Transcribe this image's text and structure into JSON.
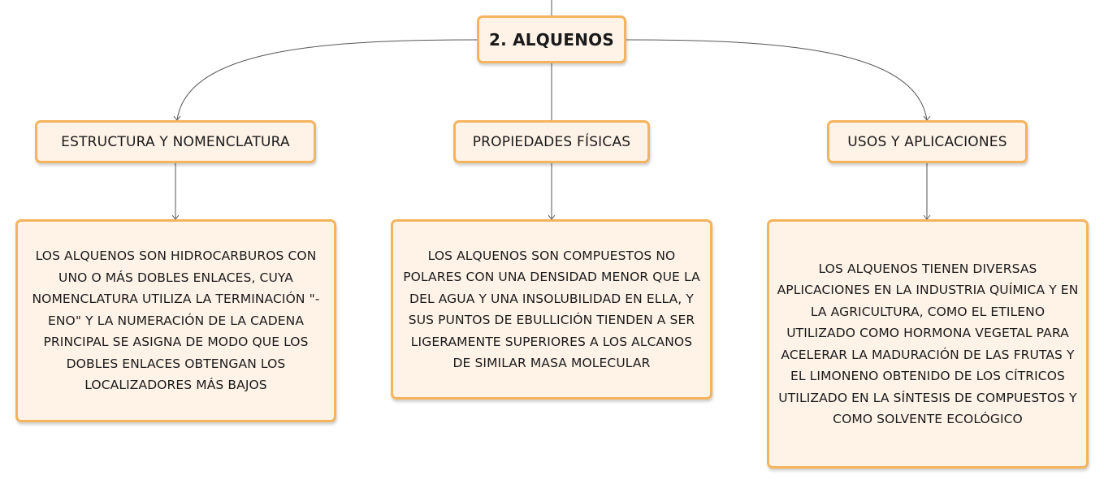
{
  "diagram": {
    "root": {
      "label": "2. ALQUENOS"
    },
    "branches": [
      {
        "topic": "ESTRUCTURA Y NOMENCLATURA",
        "detail": "LOS ALQUENOS SON HIDROCARBUROS CON UNO O MÁS DOBLES ENLACES, CUYA NOMENCLATURA UTILIZA LA TERMINACIÓN \"-ENO\" Y LA NUMERACIÓN DE LA CADENA PRINCIPAL SE ASIGNA DE MODO QUE LOS DOBLES ENLACES OBTENGAN LOS LOCALIZADORES MÁS BAJOS"
      },
      {
        "topic": "PROPIEDADES FÍSICAS",
        "detail": "LOS ALQUENOS SON COMPUESTOS NO POLARES CON UNA DENSIDAD MENOR QUE LA DEL AGUA Y UNA INSOLUBILIDAD EN ELLA, Y SUS PUNTOS DE EBULLICIÓN TIENDEN A SER LIGERAMENTE SUPERIORES A LOS ALCANOS DE SIMILAR MASA MOLECULAR"
      },
      {
        "topic": "USOS Y APLICACIONES",
        "detail": "LOS ALQUENOS TIENEN DIVERSAS APLICACIONES EN LA INDUSTRIA QUÍMICA Y EN LA AGRICULTURA, COMO EL ETILENO UTILIZADO COMO HORMONA VEGETAL PARA ACELERAR LA MADURACIÓN DE LAS FRUTAS Y EL LIMONENO OBTENIDO DE LOS CÍTRICOS UTILIZADO EN LA SÍNTESIS DE COMPUESTOS Y COMO SOLVENTE ECOLÓGICO"
      }
    ],
    "colors": {
      "node_fill": "#fff3e8",
      "node_border": "#f4b35d",
      "connector": "#555555"
    }
  }
}
